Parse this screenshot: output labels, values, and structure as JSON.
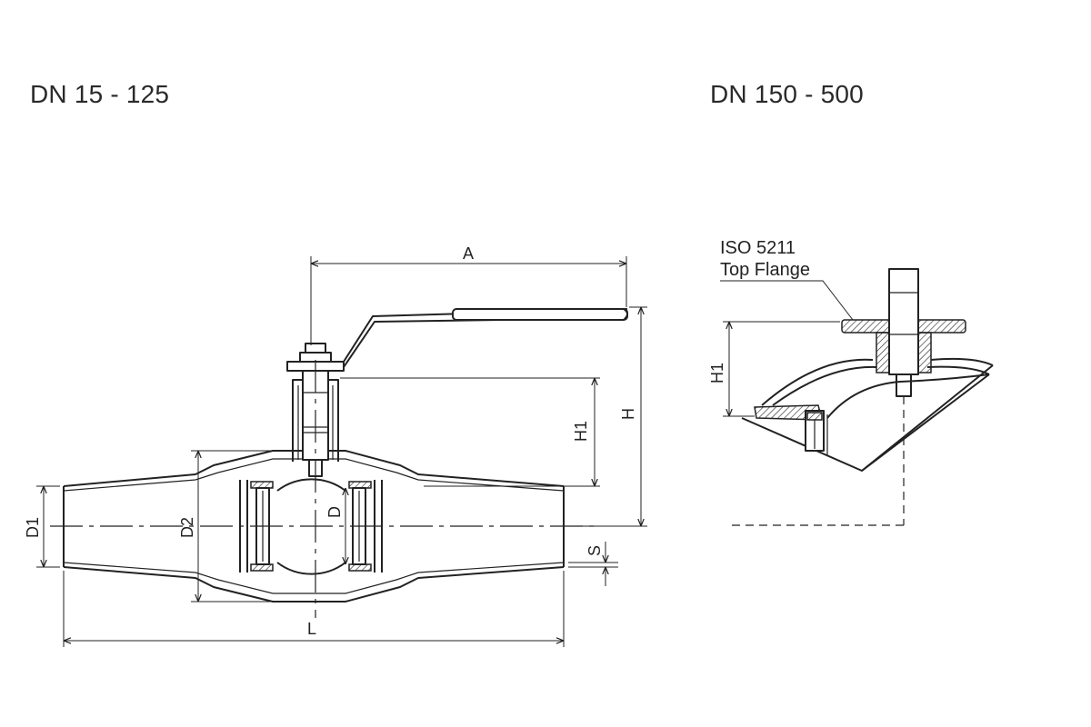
{
  "headings": {
    "left": "DN 15 - 125",
    "right": "DN 150 - 500"
  },
  "dimensions": {
    "A": "A",
    "H": "H",
    "H1": "H1",
    "D1": "D1",
    "D2": "D2",
    "D": "D",
    "S": "S",
    "L": "L"
  },
  "callout": {
    "line1": "ISO 5211",
    "line2": "Top Flange"
  }
}
